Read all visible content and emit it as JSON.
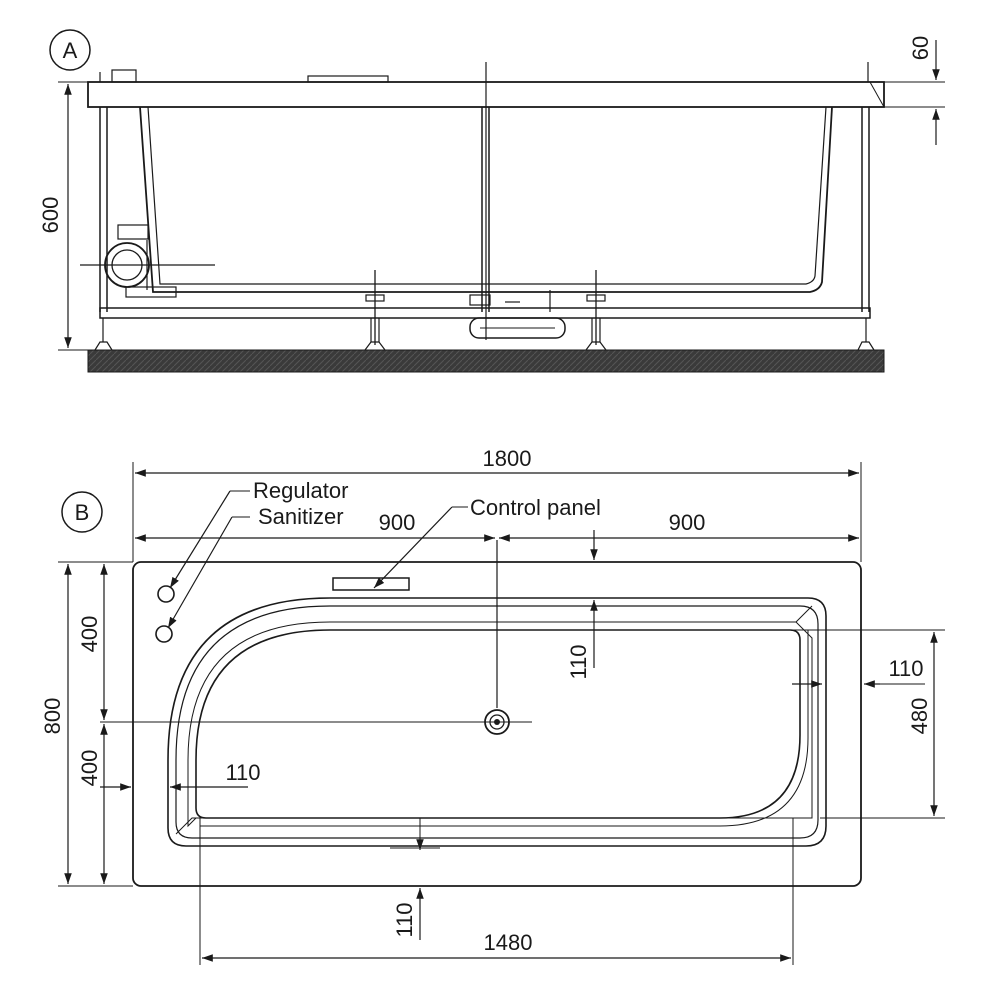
{
  "view_a": {
    "label": "A",
    "height_total": "600",
    "rim_height": "60"
  },
  "view_b": {
    "label": "B",
    "length_total": "1800",
    "half_left": "900",
    "half_right": "900",
    "width_total": "800",
    "width_upper": "400",
    "width_lower": "400",
    "inner_width": "480",
    "inner_length": "1480",
    "rim_top": "110",
    "rim_right": "110",
    "rim_left": "110",
    "rim_bottom": "110",
    "callouts": {
      "regulator": "Regulator",
      "sanitizer": "Sanitizer",
      "control_panel": "Control panel"
    }
  },
  "colors": {
    "line": "#1a1a1a",
    "floor": "#333333",
    "background": "#ffffff"
  }
}
